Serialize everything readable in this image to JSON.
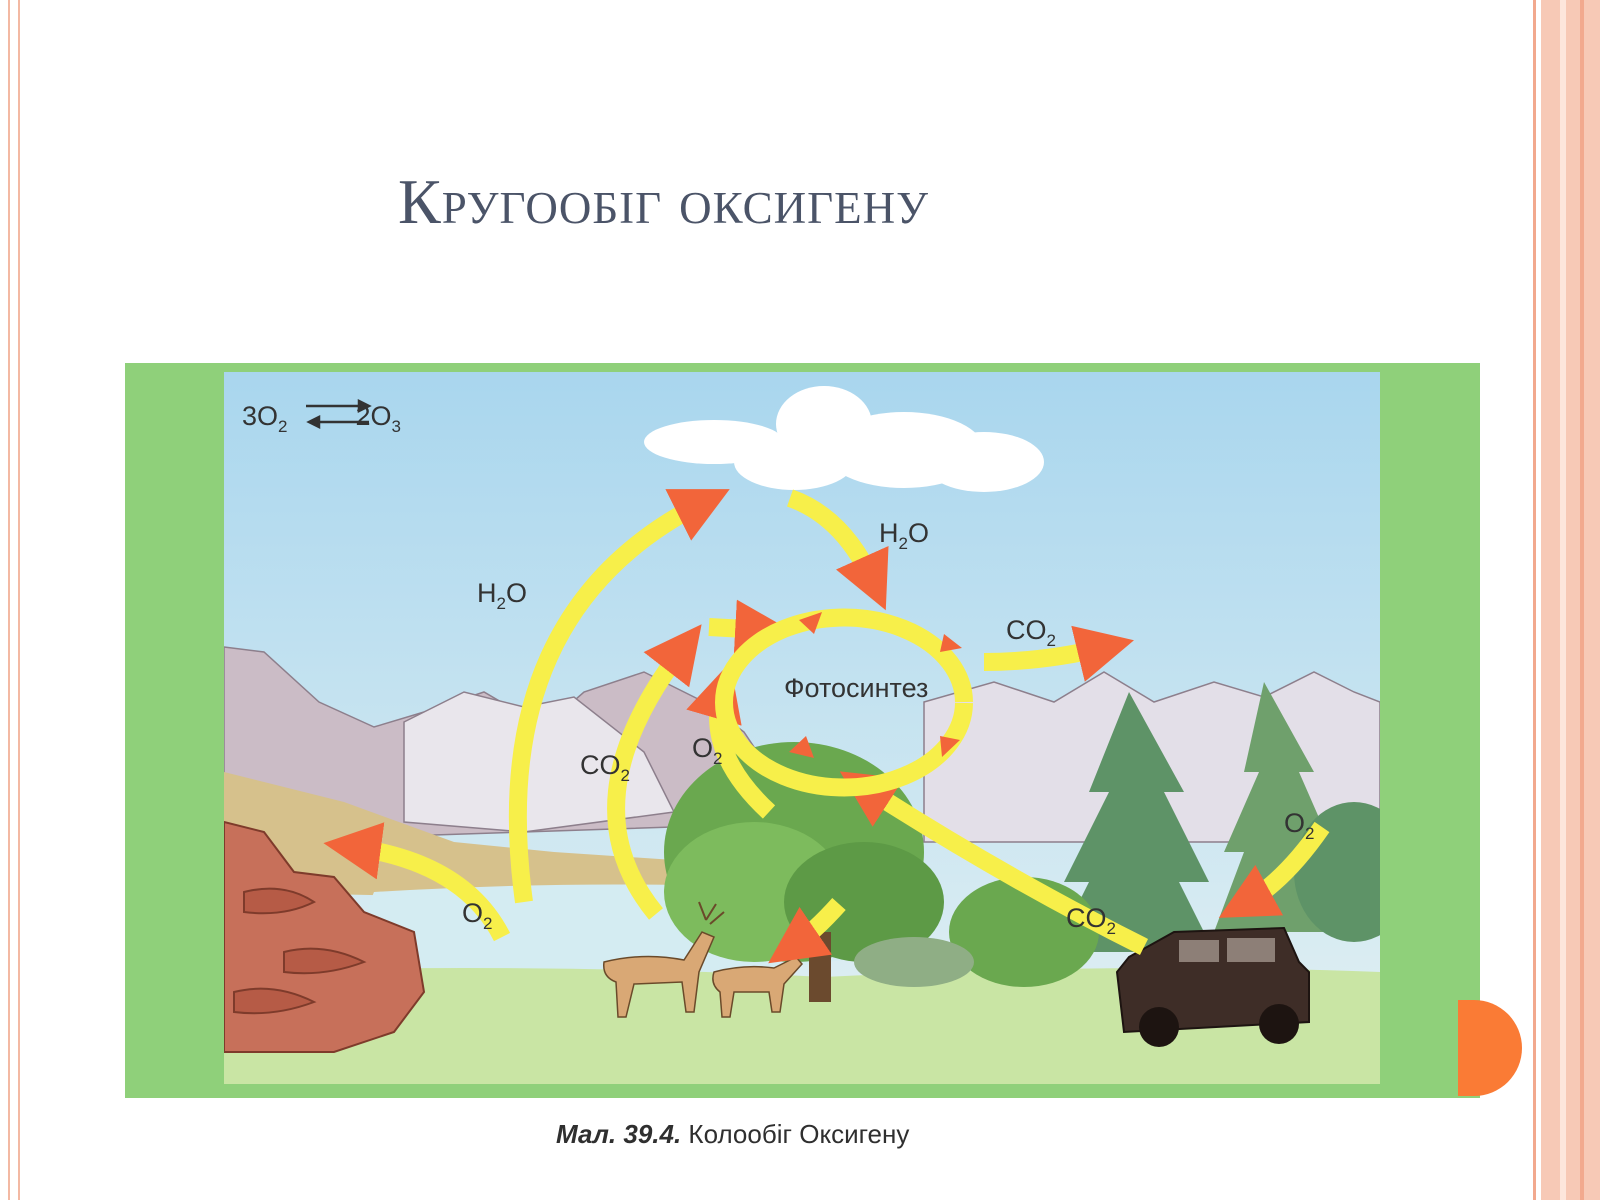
{
  "slide": {
    "title": "Кругообіг оксигену"
  },
  "diagram": {
    "equation": {
      "left": "3O",
      "left_sub": "2",
      "right": "2O",
      "right_sub": "3"
    },
    "center_label": "Фотосинтез",
    "labels": [
      {
        "id": "h2o-up",
        "text": "H",
        "sub": "2",
        "tail": "O"
      },
      {
        "id": "h2o-down",
        "text": "H",
        "sub": "2",
        "tail": "O"
      },
      {
        "id": "co2-out",
        "text": "CO",
        "sub": "2",
        "tail": ""
      },
      {
        "id": "co2-left",
        "text": "CO",
        "sub": "2",
        "tail": ""
      },
      {
        "id": "o2-mid",
        "text": "O",
        "sub": "2",
        "tail": ""
      },
      {
        "id": "o2-left",
        "text": "O",
        "sub": "2",
        "tail": ""
      },
      {
        "id": "o2-right",
        "text": "O",
        "sub": "2",
        "tail": ""
      },
      {
        "id": "co2-car",
        "text": "CO",
        "sub": "2",
        "tail": ""
      }
    ],
    "colors": {
      "arrow": "#f7ef4a",
      "arrowhead": "#f2653a",
      "sky": "#b6dcef",
      "frame": "#8fd07a"
    }
  },
  "caption": {
    "number": "Мал. 39.4.",
    "text": " Колообіг Оксигену"
  }
}
